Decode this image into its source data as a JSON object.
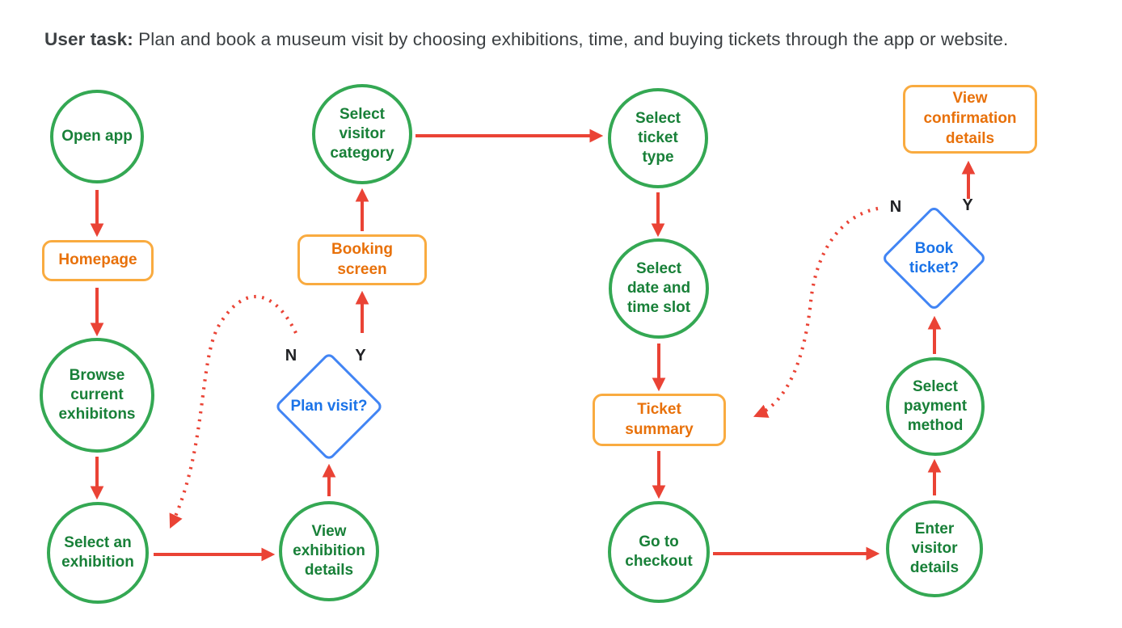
{
  "header": {
    "bold": "User task:",
    "text": " Plan and book a museum visit by choosing exhibitions, time, and buying tickets through the app or website."
  },
  "nodes": {
    "open_app": "Open app",
    "homepage": "Homepage",
    "browse_exhibitions": "Browse\ncurrent\nexhibitons",
    "select_exhibition": "Select an\nexhibition",
    "select_visitor_category": "Select\nvisitor\ncategory",
    "booking_screen": "Booking\nscreen",
    "plan_visit": "Plan visit?",
    "view_exhibition_details": "View\nexhibition\ndetails",
    "select_ticket_type": "Select\nticket\ntype",
    "select_date_time": "Select\ndate and\ntime slot",
    "ticket_summary": "Ticket\nsummary",
    "go_to_checkout": "Go to\ncheckout",
    "view_confirmation": "View\nconfirmation\ndetails",
    "book_ticket": "Book\nticket?",
    "select_payment": "Select\npayment\nmethod",
    "enter_visitor": "Enter\nvisitor\ndetails"
  },
  "branch_labels": {
    "plan_visit_n": "N",
    "plan_visit_y": "Y",
    "book_ticket_n": "N",
    "book_ticket_y": "Y"
  },
  "colors": {
    "process_stroke": "#34A853",
    "process_text": "#188038",
    "screen_stroke": "#F9AB40",
    "screen_text": "#E8710A",
    "decision_stroke": "#4285F4",
    "decision_text": "#1A73E8",
    "arrow": "#EA4335",
    "branch_label_text": "#202124",
    "header_text": "#3C4043"
  }
}
